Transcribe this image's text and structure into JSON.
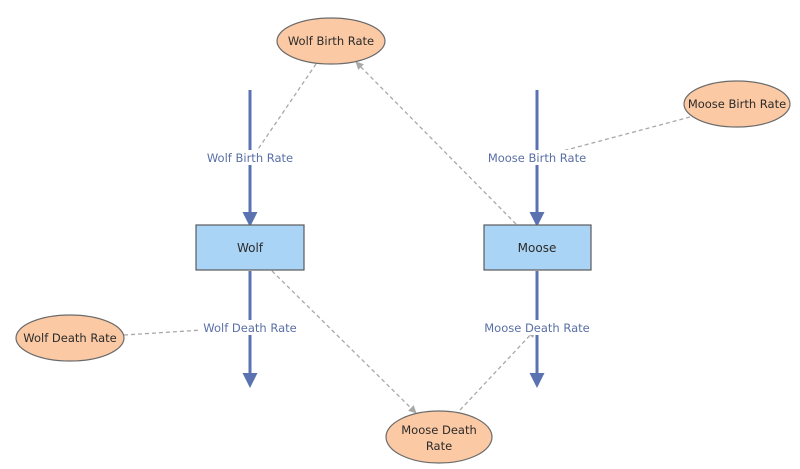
{
  "stocks": {
    "wolf": {
      "label": "Wolf"
    },
    "moose": {
      "label": "Moose"
    }
  },
  "flows": {
    "wolf_birth": {
      "label": "Wolf Birth Rate"
    },
    "wolf_death": {
      "label": "Wolf Death Rate"
    },
    "moose_birth": {
      "label": "Moose Birth Rate"
    },
    "moose_death": {
      "label": "Moose Death Rate"
    }
  },
  "variables": {
    "wolf_birth_rate": {
      "label": "Wolf Birth Rate"
    },
    "wolf_death_rate": {
      "label": "Wolf Death Rate"
    },
    "moose_birth_rate": {
      "label": "Moose Birth Rate"
    },
    "moose_death_rate": {
      "line1": "Moose Death",
      "line2": "Rate"
    }
  },
  "colors": {
    "stock_fill": "#aad4f5",
    "stock_stroke": "#5a5a5a",
    "variable_fill": "#fbc9a4",
    "variable_stroke": "#6b6b6b",
    "flow": "#5a73b0",
    "link": "#a8a8a8"
  }
}
